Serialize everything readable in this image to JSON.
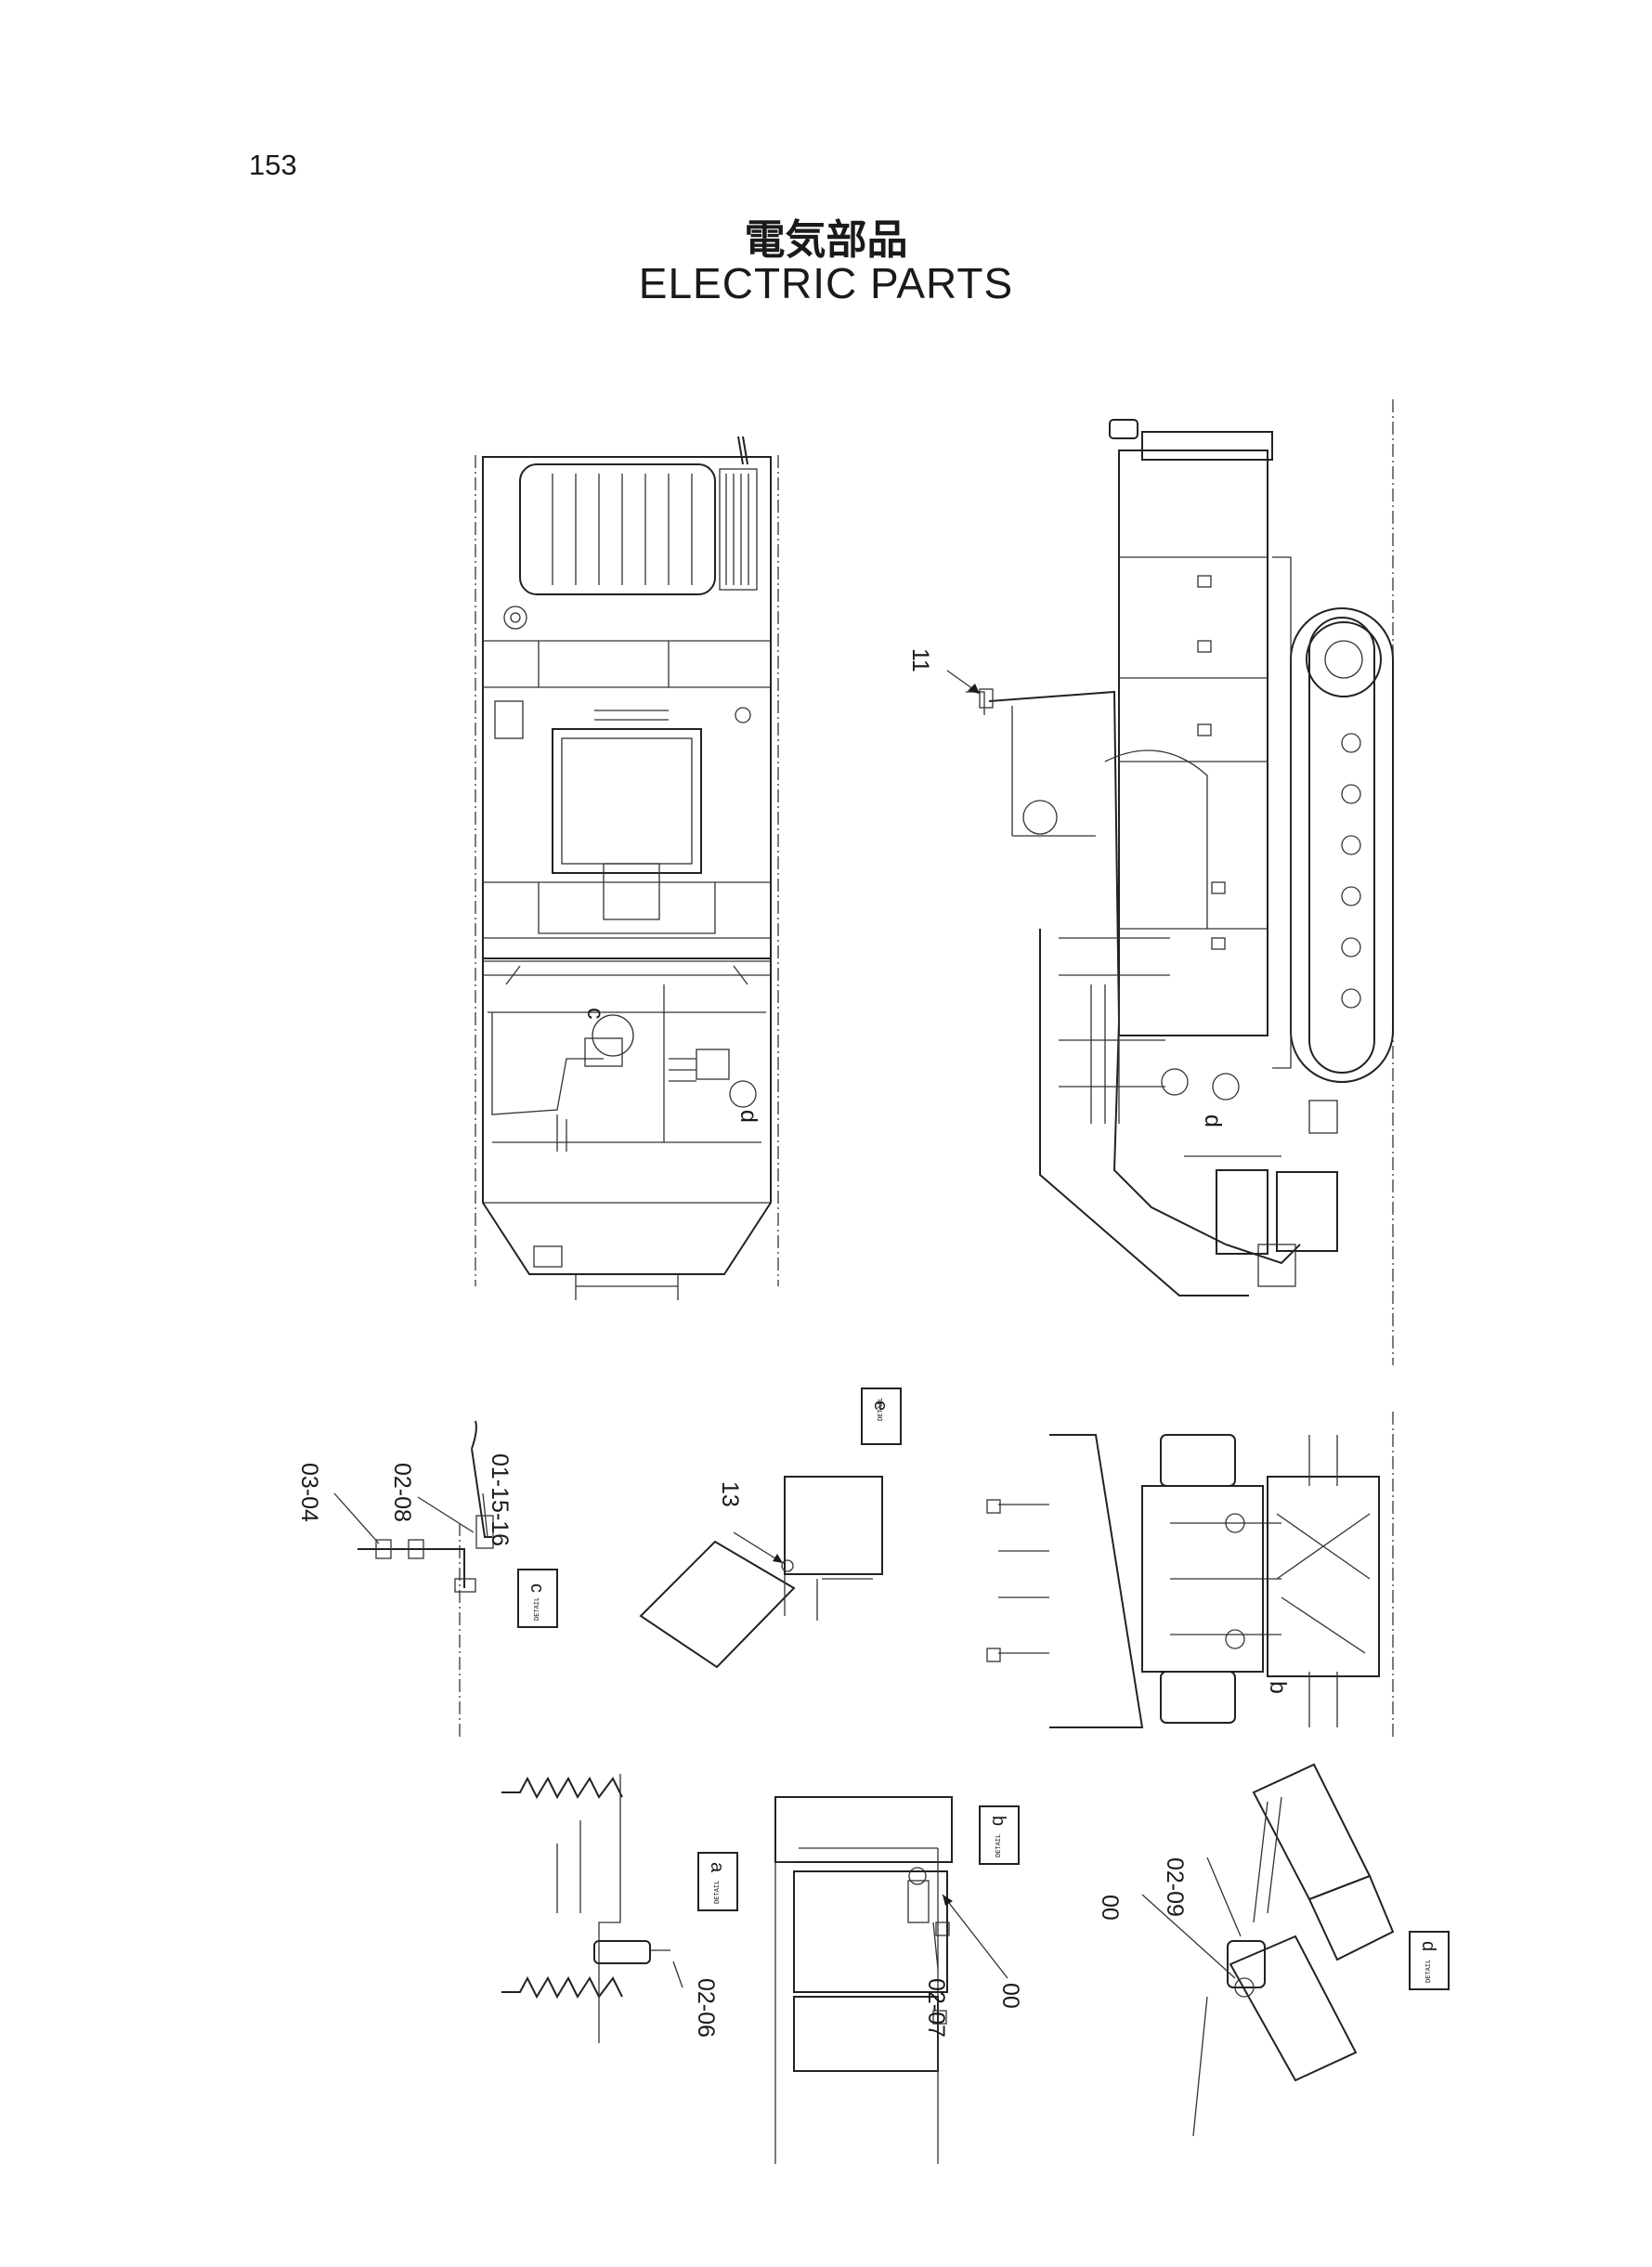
{
  "header": {
    "page_number": "153",
    "title_jp": "電気部品",
    "title_en": "ELECTRIC PARTS"
  },
  "callouts": {
    "c11": "11",
    "c13": "13",
    "c03_04": "03-04",
    "c02_08": "02-08",
    "c01_15_16": "01-15-16",
    "c02_06": "02-06",
    "c02_07": "02-07",
    "c00_b": "00",
    "c02_09": "02-09",
    "c00_d": "00"
  },
  "detail_boxes": {
    "e": {
      "letter": "e",
      "caption": "DETAIL"
    },
    "c": {
      "letter": "c",
      "caption": "DETAIL"
    },
    "a": {
      "letter": "a",
      "caption": "DETAIL"
    },
    "b": {
      "letter": "b",
      "caption": "DETAIL"
    },
    "d": {
      "letter": "d",
      "caption": "DETAIL"
    }
  },
  "view_markers": {
    "c": "c",
    "d_top": "d",
    "d_side": "d",
    "b": "b"
  }
}
